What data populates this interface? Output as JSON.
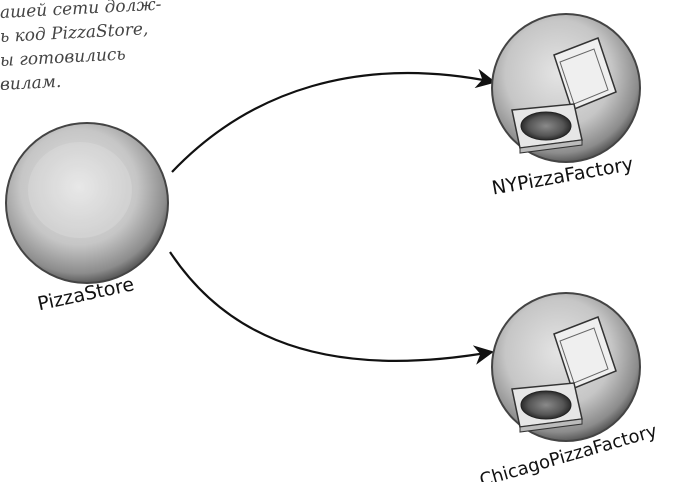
{
  "note": {
    "lines": [
      "ашей сети долж-",
      "ь код PizzaStore,",
      "ы готовились",
      "вилам."
    ]
  },
  "nodes": {
    "store": {
      "label": "PizzaStore"
    },
    "ny": {
      "label": "NYPizzaFactory"
    },
    "chicago": {
      "label": "ChicagoPizzaFactory"
    }
  },
  "colors": {
    "ink": "#111111",
    "disc_light": "#dedede",
    "disc_mid": "#b8b8b8",
    "disc_dark": "#6a6a6a"
  }
}
